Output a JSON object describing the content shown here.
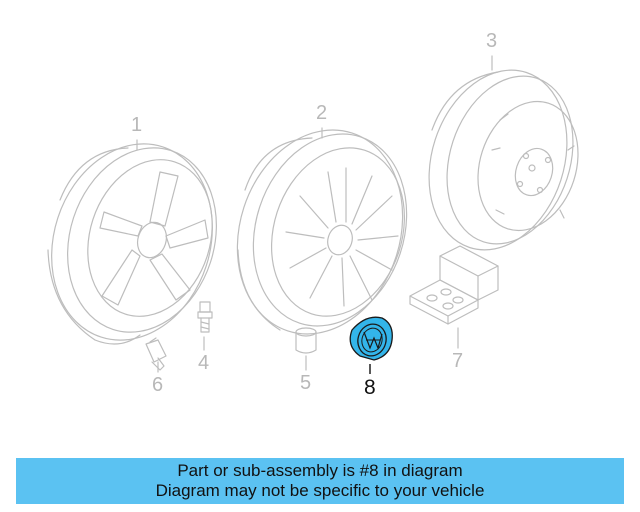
{
  "callouts": [
    {
      "num": "1"
    },
    {
      "num": "2"
    },
    {
      "num": "3"
    },
    {
      "num": "4"
    },
    {
      "num": "5"
    },
    {
      "num": "6"
    },
    {
      "num": "7"
    },
    {
      "num": "8",
      "active": true
    }
  ],
  "banner": {
    "line1": "Part or sub-assembly is #8 in diagram",
    "line2": "Diagram may not be specific to your vehicle"
  },
  "colors": {
    "highlight_part": "#33b5ea",
    "banner_bg": "#5bc2f2",
    "line_art": "#bdbdbd",
    "active_label": "#111111"
  }
}
